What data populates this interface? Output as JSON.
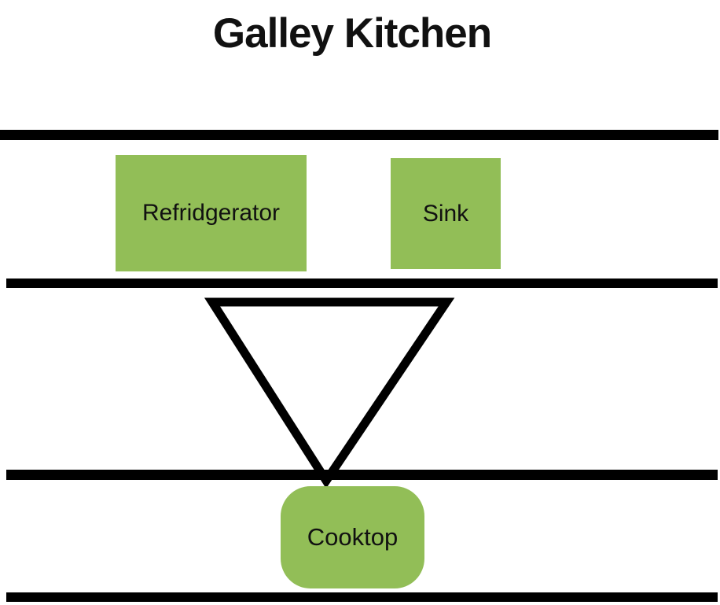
{
  "title": "Galley Kitchen",
  "colors": {
    "appliance_green": "#92BE57",
    "line_black": "#000000",
    "canvas_background": "#FFFFFF",
    "text_color": "#111111"
  },
  "appliances": {
    "refrigerator": {
      "label": "Refridgerator"
    },
    "sink": {
      "label": "Sink"
    },
    "cooktop": {
      "label": "Cooktop"
    }
  },
  "diagram": {
    "kind": "kitchen-layout",
    "counter_lines_count": 4,
    "work_triangle_connects": [
      "Refridgerator",
      "Sink",
      "Cooktop"
    ]
  }
}
